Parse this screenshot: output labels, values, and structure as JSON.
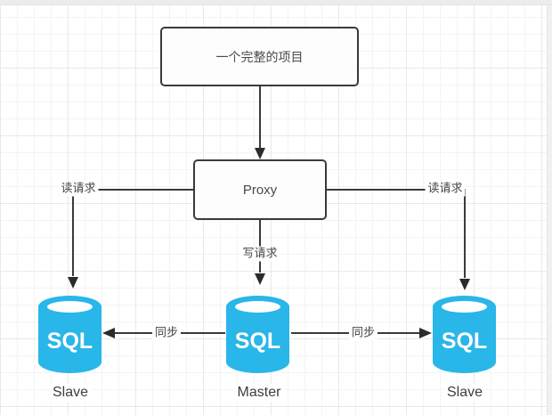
{
  "diagram": {
    "top_box": {
      "label": "一个完整的项目"
    },
    "proxy_box": {
      "label": "Proxy"
    },
    "edges": {
      "read_left_label": "读请求",
      "read_right_label": "读请求",
      "write_label": "写请求",
      "sync_left_label": "同步",
      "sync_right_label": "同步"
    },
    "databases": [
      {
        "icon_text": "SQL",
        "label": "Slave"
      },
      {
        "icon_text": "SQL",
        "label": "Master"
      },
      {
        "icon_text": "SQL",
        "label": "Slave"
      }
    ],
    "colors": {
      "db_fill": "#29b6e8",
      "line": "#3a3a3a",
      "arrow_head": "#2b2b2b",
      "box_border": "#3a3a3a",
      "text": "#4a4a4a"
    }
  }
}
